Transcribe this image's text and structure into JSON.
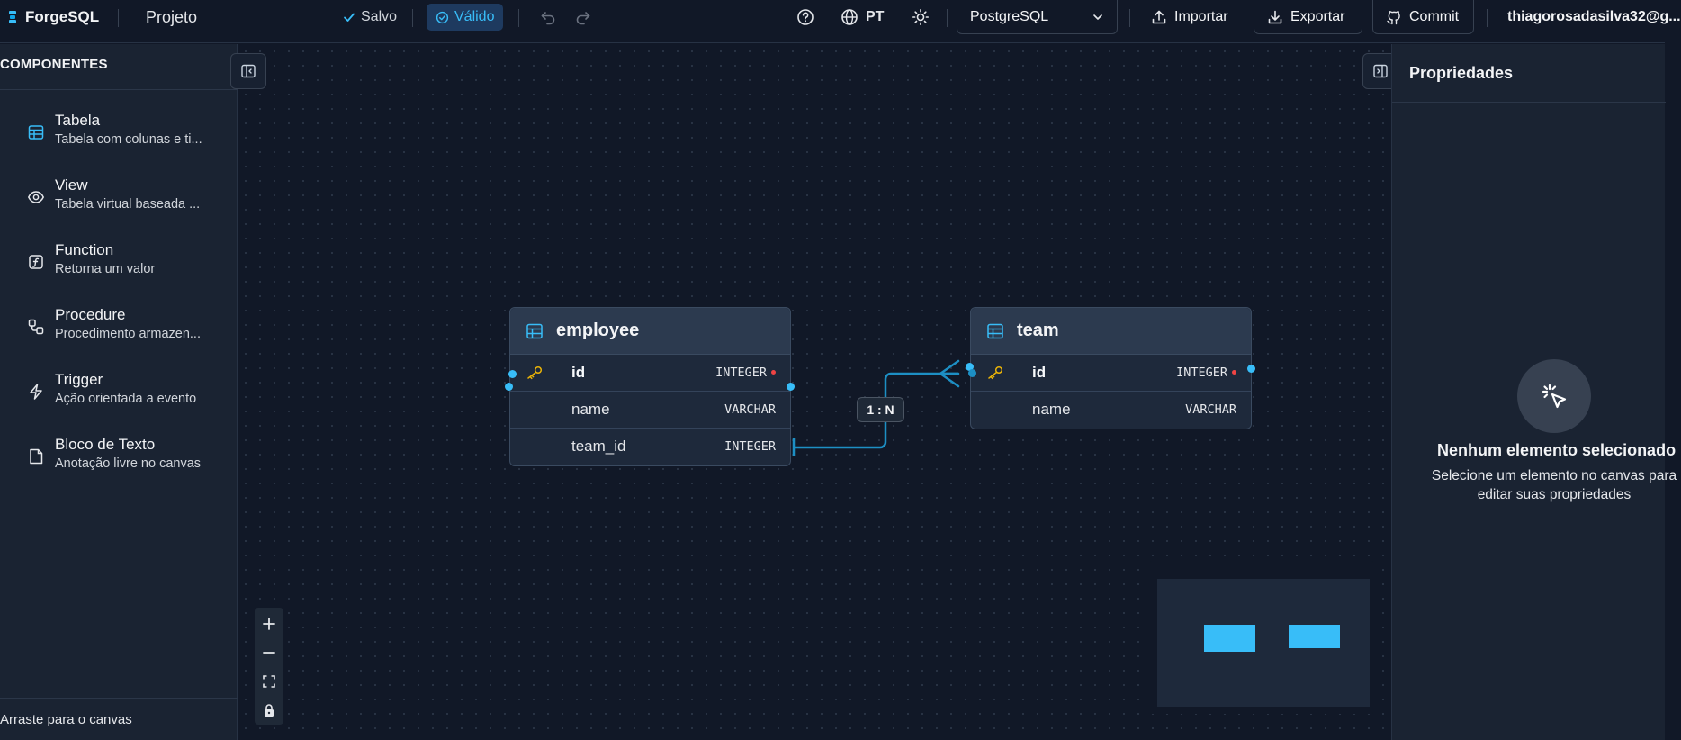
{
  "header": {
    "app_name": "ForgeSQL",
    "project_title": "Projeto",
    "saved_label": "Salvo",
    "valid_label": "Válido",
    "language": "PT",
    "database": "PostgreSQL",
    "import_label": "Importar",
    "export_label": "Exportar",
    "commit_label": "Commit",
    "user": "thiagorosadasilva32@g..."
  },
  "sidebar": {
    "title": "COMPONENTES",
    "items": [
      {
        "name": "Tabela",
        "desc": "Tabela com colunas e ti...",
        "icon": "table-icon"
      },
      {
        "name": "View",
        "desc": "Tabela virtual baseada ...",
        "icon": "eye-icon"
      },
      {
        "name": "Function",
        "desc": "Retorna um valor",
        "icon": "function-icon"
      },
      {
        "name": "Procedure",
        "desc": "Procedimento armazen...",
        "icon": "procedure-icon"
      },
      {
        "name": "Trigger",
        "desc": "Ação orientada a evento",
        "icon": "lightning-icon"
      },
      {
        "name": "Bloco de Texto",
        "desc": "Anotação livre no canvas",
        "icon": "note-icon"
      }
    ],
    "footer": "Arraste para o canvas"
  },
  "canvas": {
    "tables": [
      {
        "name": "employee",
        "columns": [
          {
            "name": "id",
            "type": "INTEGER",
            "primary_key": true,
            "required": true
          },
          {
            "name": "name",
            "type": "VARCHAR",
            "primary_key": false,
            "required": false
          },
          {
            "name": "team_id",
            "type": "INTEGER",
            "primary_key": false,
            "required": false
          }
        ]
      },
      {
        "name": "team",
        "columns": [
          {
            "name": "id",
            "type": "INTEGER",
            "primary_key": true,
            "required": true
          },
          {
            "name": "name",
            "type": "VARCHAR",
            "primary_key": false,
            "required": false
          }
        ]
      }
    ],
    "relationship": {
      "label": "1 : N",
      "from": "employee.team_id",
      "to": "team.id"
    }
  },
  "properties": {
    "title": "Propriedades",
    "empty_title": "Nenhum elemento selecionado",
    "empty_desc": "Selecione um elemento no canvas para editar suas propriedades"
  },
  "colors": {
    "accent": "#38bdf8",
    "background": "#111827",
    "panel": "#1a2332",
    "required_dot": "#ef4444",
    "key_icon": "#eab308"
  }
}
